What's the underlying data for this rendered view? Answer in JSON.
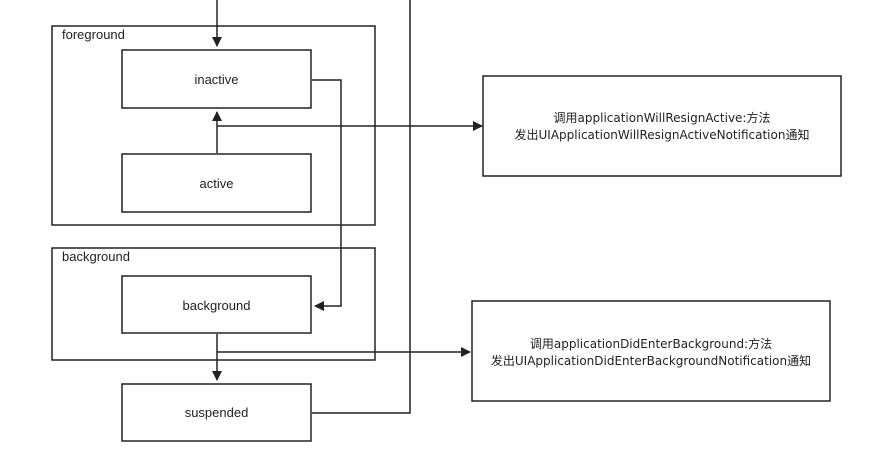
{
  "groups": {
    "foreground": "foreground",
    "background": "background"
  },
  "states": {
    "inactive": "inactive",
    "active": "active",
    "background": "background",
    "suspended": "suspended"
  },
  "notes": {
    "resign_line1": "调用applicationWillResignActive:方法",
    "resign_line2": "发出UIApplicationWillResignActiveNotification通知",
    "enter_bg_line1": "调用applicationDidEnterBackground:方法",
    "enter_bg_line2": "发出UIApplicationDidEnterBackgroundNotification通知"
  }
}
